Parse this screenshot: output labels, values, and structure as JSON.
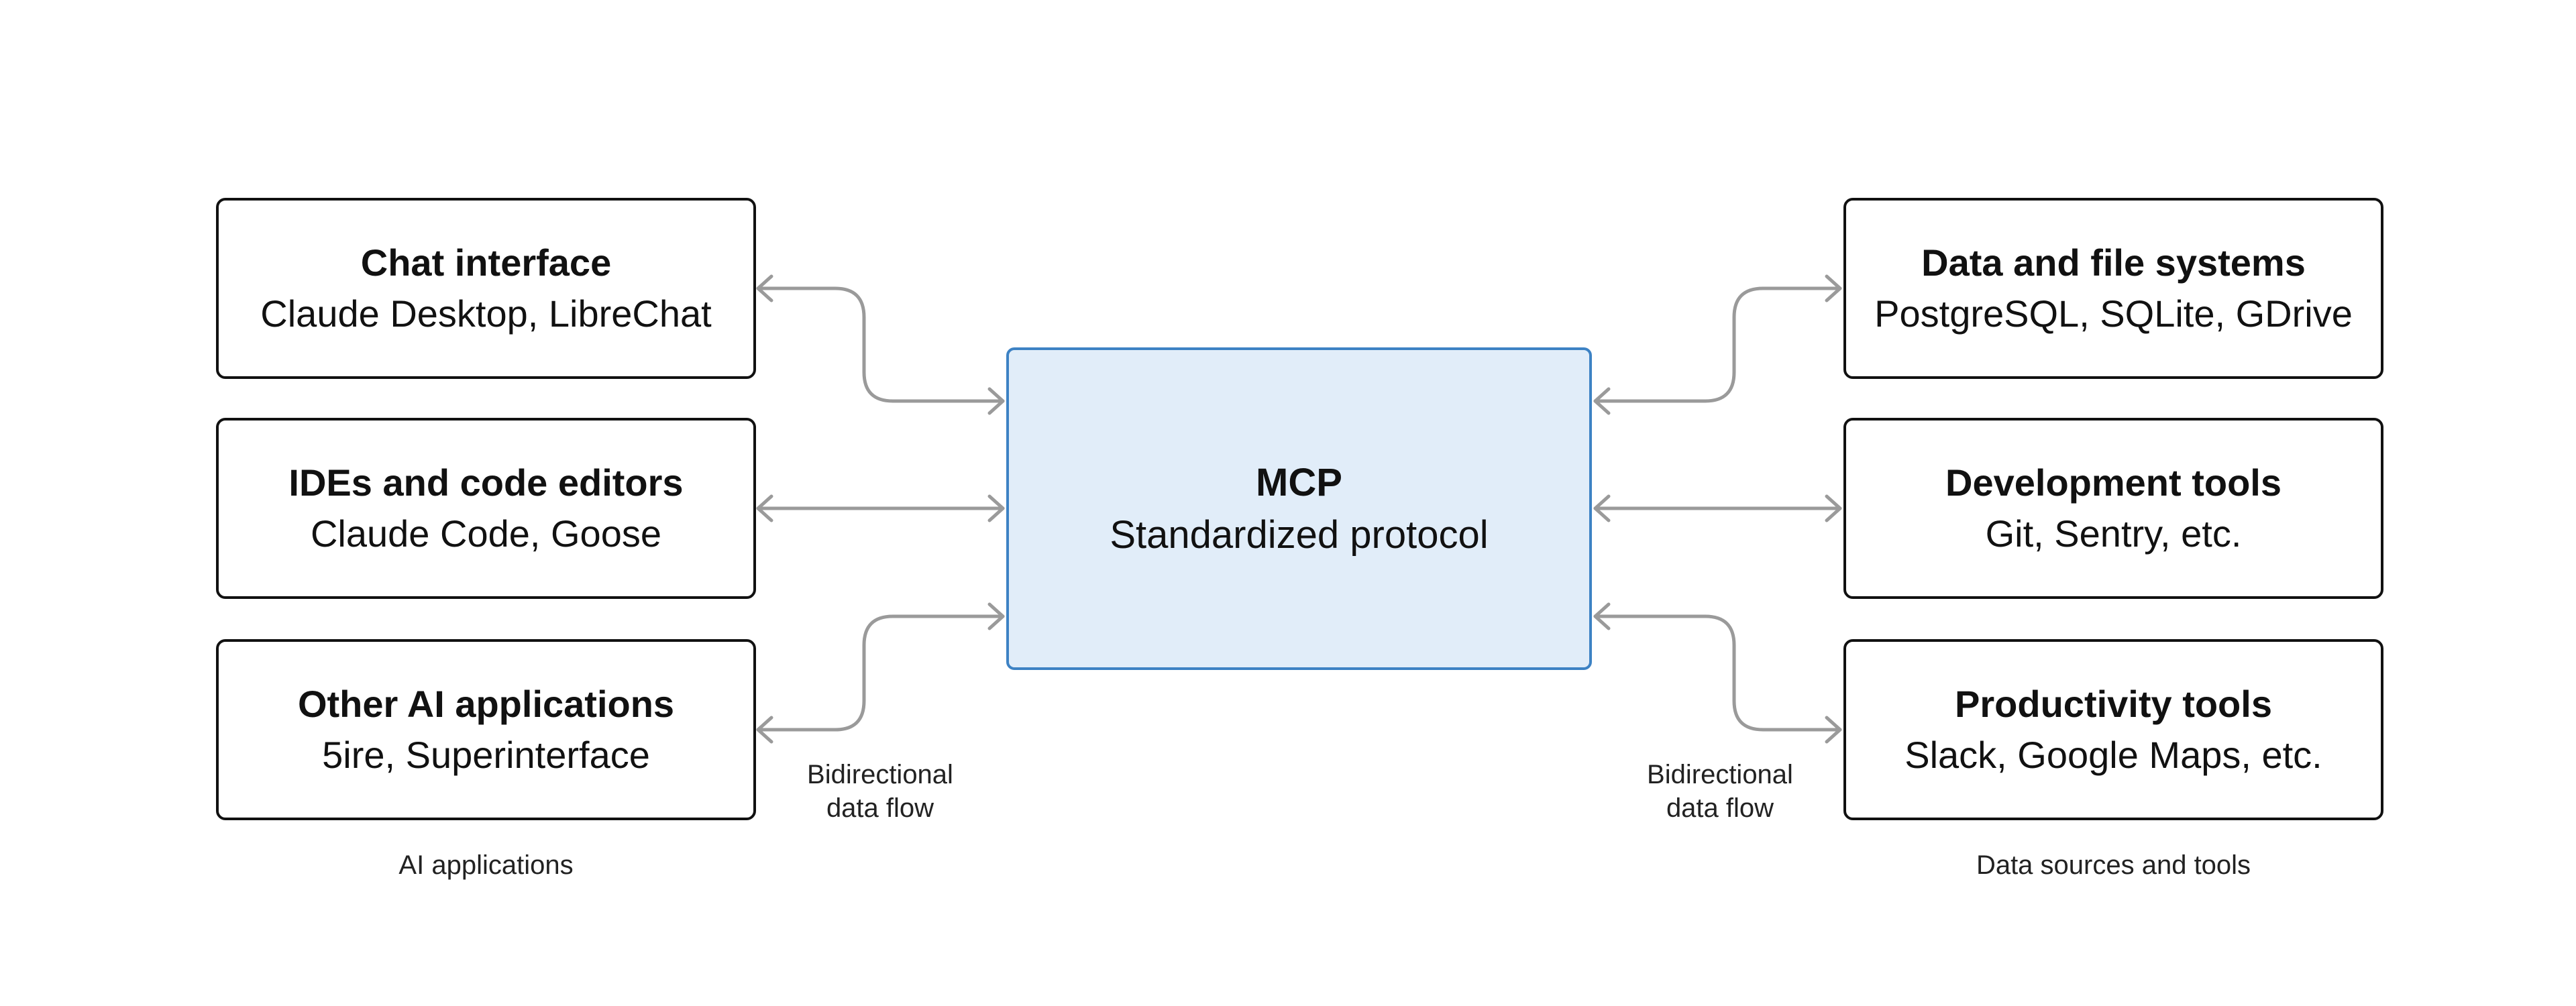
{
  "diagram": {
    "center": {
      "title": "MCP",
      "subtitle": "Standardized protocol"
    },
    "left_group": {
      "label": "AI applications",
      "boxes": [
        {
          "title": "Chat interface",
          "subtitle": "Claude Desktop, LibreChat"
        },
        {
          "title": "IDEs and code editors",
          "subtitle": "Claude Code, Goose"
        },
        {
          "title": "Other AI applications",
          "subtitle": "5ire, Superinterface"
        }
      ],
      "flow_label": {
        "line1": "Bidirectional",
        "line2": "data flow"
      }
    },
    "right_group": {
      "label": "Data sources and tools",
      "boxes": [
        {
          "title": "Data and file systems",
          "subtitle": "PostgreSQL, SQLite, GDrive"
        },
        {
          "title": "Development tools",
          "subtitle": "Git, Sentry, etc."
        },
        {
          "title": "Productivity tools",
          "subtitle": "Slack, Google Maps, etc."
        }
      ],
      "flow_label": {
        "line1": "Bidirectional",
        "line2": "data flow"
      }
    },
    "colors": {
      "center_fill": "#e1edf9",
      "center_border": "#3d82c4",
      "box_border": "#111111",
      "connector": "#9a9a9a"
    }
  }
}
